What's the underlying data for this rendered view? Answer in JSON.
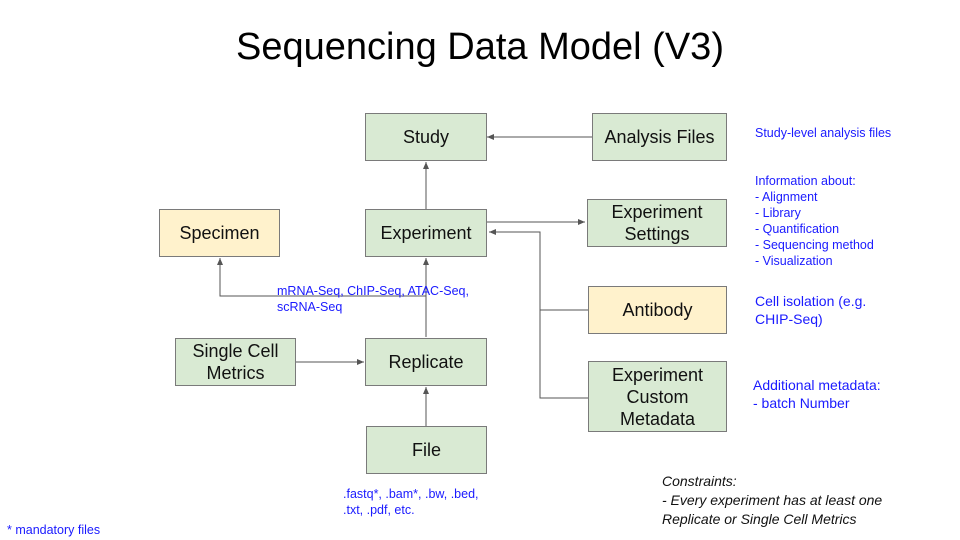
{
  "title": "Sequencing Data Model (V3)",
  "nodes": {
    "study": "Study",
    "analysis_files": "Analysis Files",
    "specimen": "Specimen",
    "experiment": "Experiment",
    "experiment_settings": "Experiment\nSettings",
    "antibody": "Antibody",
    "single_cell_metrics": "Single Cell\nMetrics",
    "replicate": "Replicate",
    "experiment_custom_metadata": "Experiment\nCustom\nMetadata",
    "file": "File"
  },
  "notes": {
    "study_level": "Study-level analysis files",
    "settings_info": "Information about:\n- Alignment\n- Library\n- Quantification\n- Sequencing method\n- Visualization",
    "cell_isolation": "Cell isolation (e.g.\nCHIP-Seq)",
    "additional_metadata": "Additional metadata:\n- batch Number",
    "assay_types": "mRNA-Seq, ChIP-Seq, ATAC-Seq,\nscRNA-Seq",
    "file_types": ".fastq*, .bam*, .bw, .bed,\n.txt, .pdf, etc.",
    "mandatory": "* mandatory files"
  },
  "constraints": "Constraints:\n- Every experiment has at least one\nReplicate or Single Cell Metrics",
  "colors": {
    "green_box": "#d9ead3",
    "yellow_box": "#fff2cc",
    "note_text": "#1a1aff",
    "edge": "#555555"
  }
}
